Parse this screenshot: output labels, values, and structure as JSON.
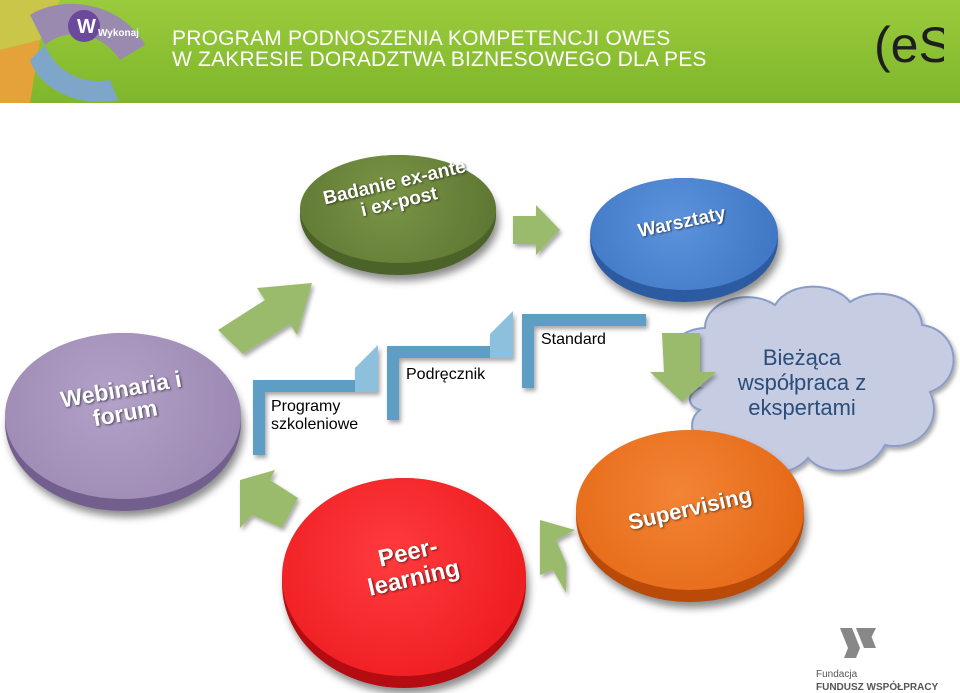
{
  "header": {
    "logo_text": "Wykonaj",
    "title_line1": "PROGRAM PODNOSZENIA KOMPETENCJI OWES",
    "title_line2": "W ZAKRESIE DORADZTWA BIZNESOWEGO DLA PES",
    "es_logo_text": "(eS)"
  },
  "cycle": {
    "badanie": "Badanie ex-ante i ex-post",
    "warsztaty": "Warsztaty",
    "supervising": "Supervising",
    "peer": "Peer-learning",
    "webinaria": "Webinaria i forum"
  },
  "stairs": {
    "step1": "Programy szkoleniowe",
    "step2": "Podręcznik",
    "step3": "Standard"
  },
  "cloud": "Bieżąca współpraca z ekspertami",
  "footer": {
    "line1": "Fundacja",
    "line2": "FUNDUSZ WSPÓŁPRACY"
  },
  "colors": {
    "banner": "#8dc13a",
    "badanie": "#5f7a35",
    "warsztaty": "#3f78c8",
    "supervising": "#e0620f",
    "peer": "#e81418",
    "webinaria": "#9b86b3",
    "arrow": "#9bbb6c",
    "stair": "#5f9ec4",
    "cloud": "#c6cde3"
  }
}
